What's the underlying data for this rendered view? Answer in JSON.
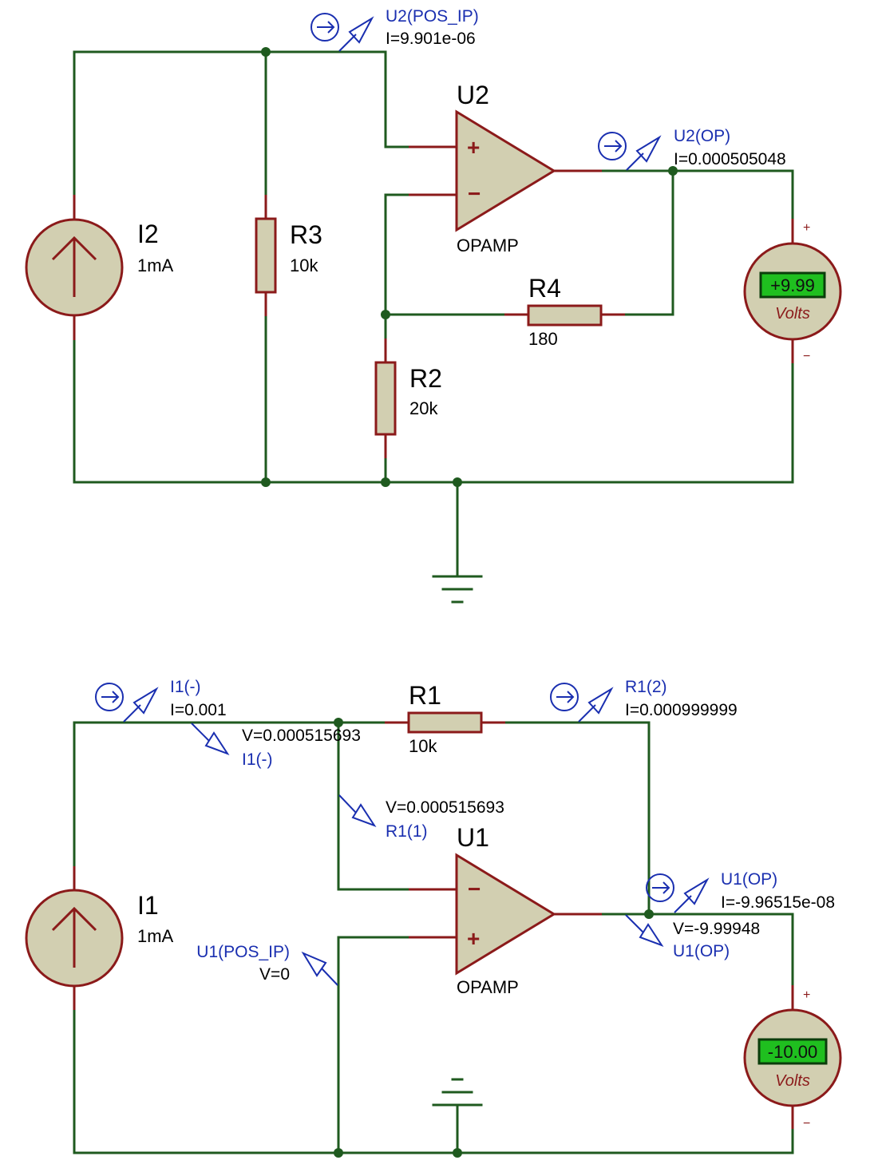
{
  "circuit_top": {
    "source": {
      "name": "I2",
      "value": "1mA"
    },
    "r3": {
      "name": "R3",
      "value": "10k"
    },
    "r2": {
      "name": "R2",
      "value": "20k"
    },
    "r4": {
      "name": "R4",
      "value": "180"
    },
    "opamp": {
      "name": "U2",
      "type": "OPAMP",
      "plus": "+",
      "minus": "−"
    },
    "probe_pos_ip": {
      "name": "U2(POS_IP)",
      "value": "I=9.901e-06"
    },
    "probe_op": {
      "name": "U2(OP)",
      "value": "I=0.000505048"
    },
    "voltmeter": {
      "reading": "+9.99",
      "unit": "Volts",
      "plus": "+",
      "minus": "−"
    }
  },
  "circuit_bottom": {
    "source": {
      "name": "I1",
      "value": "1mA"
    },
    "r1": {
      "name": "R1",
      "value": "10k"
    },
    "opamp": {
      "name": "U1",
      "type": "OPAMP",
      "plus": "+",
      "minus": "−"
    },
    "probe_i1_current": {
      "name": "I1(-)",
      "value": "I=0.001"
    },
    "probe_i1_voltage": {
      "name": "I1(-)",
      "value": "V=0.000515693"
    },
    "probe_r1_current": {
      "name": "R1(2)",
      "value": "I=0.000999999"
    },
    "probe_r1_voltage": {
      "name": "R1(1)",
      "value": "V=0.000515693"
    },
    "probe_u1_pos_ip": {
      "name": "U1(POS_IP)",
      "value": "V=0"
    },
    "probe_u1_op_current": {
      "name": "U1(OP)",
      "value": "I=-9.96515e-08"
    },
    "probe_u1_op_voltage": {
      "name": "U1(OP)",
      "value": "V=-9.99948"
    },
    "voltmeter": {
      "reading": "-10.00",
      "unit": "Volts",
      "plus": "+",
      "minus": "−"
    }
  },
  "colors": {
    "wire": "#1f5a1f",
    "component_outline": "#8b1a1a",
    "component_fill": "#d2cfb1",
    "probe": "#1a2fb0",
    "meter_display": "#1fbf1f"
  }
}
